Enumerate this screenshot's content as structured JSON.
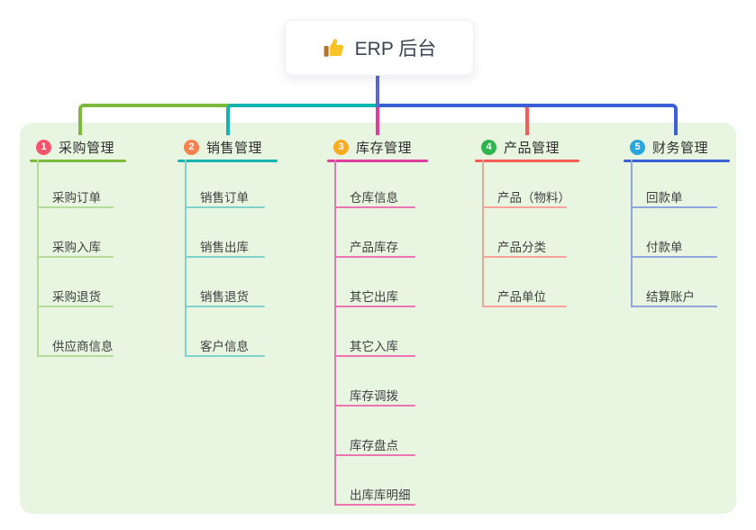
{
  "root": {
    "title": "ERP 后台",
    "icon": "thumbs-up-icon"
  },
  "colors": {
    "canvas_bg": "#ffffff",
    "panel_bg": "#e8f5e1",
    "root_connector": "#5a66d6",
    "root_text": "#3c4452"
  },
  "branches": [
    {
      "badge": "1",
      "label": "采购管理",
      "badge_color": "#f4536e",
      "line_color": "#7cb93c",
      "child_line_color": "#b5db9b",
      "children": [
        "采购订单",
        "采购入库",
        "采购退货",
        "供应商信息"
      ]
    },
    {
      "badge": "2",
      "label": "销售管理",
      "badge_color": "#f9814b",
      "line_color": "#14b5b0",
      "child_line_color": "#7fd3ca",
      "children": [
        "销售订单",
        "销售出库",
        "销售退货",
        "客户信息"
      ]
    },
    {
      "badge": "3",
      "label": "库存管理",
      "badge_color": "#fbab1f",
      "line_color": "#de3f9c",
      "child_line_color": "#ee74b4",
      "children": [
        "仓库信息",
        "产品库存",
        "其它出库",
        "其它入库",
        "库存调拨",
        "库存盘点",
        "出库库明细"
      ]
    },
    {
      "badge": "4",
      "label": "产品管理",
      "badge_color": "#2eb44d",
      "line_color": "#f75c54",
      "child_line_color": "#f9a19a",
      "children": [
        "产品（物料）",
        "产品分类",
        "产品单位"
      ]
    },
    {
      "badge": "5",
      "label": "财务管理",
      "badge_color": "#2aa6df",
      "line_color": "#3b5fd4",
      "child_line_color": "#8fa5dd",
      "children": [
        "回款单",
        "付款单",
        "结算账户"
      ]
    }
  ]
}
